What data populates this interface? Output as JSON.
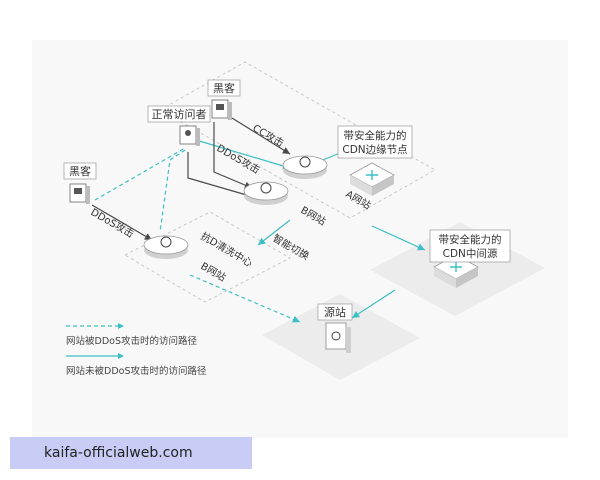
{
  "nodes": {
    "hacker_left": "黑客",
    "hacker_top": "黑客",
    "normal_visitor": "正常访问者",
    "cdn_edge_line1": "带安全能力的",
    "cdn_edge_line2": "CDN边缘节点",
    "cdn_mid_line1": "带安全能力的",
    "cdn_mid_line2": "CDN中间源",
    "origin": "源站"
  },
  "edges": {
    "cc_attack": "CC攻击",
    "ddos_attack_top": "DDoS攻击",
    "ddos_attack_left": "DDoS攻击",
    "site_a": "A网站",
    "site_b_top": "B网站",
    "site_b_bottom": "B网站",
    "scrubbing_center": "抗D清洗中心",
    "smart_switch": "智能切换"
  },
  "legend": {
    "attacked_path": "网站被DDoS攻击时的访问路径",
    "normal_path": "网站未被DDoS攻击时的访问路径"
  },
  "watermark": "kaifa-officialweb.com",
  "colors": {
    "teal": "#3cbfc4",
    "gray_line": "#4a4a4a",
    "dashed_gray": "#b5b5b5",
    "platform": "#ededed"
  }
}
